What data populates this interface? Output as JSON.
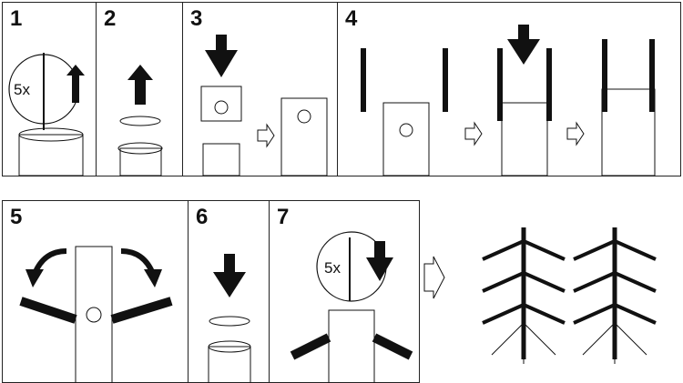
{
  "steps": [
    {
      "number": "1",
      "quantity": "5x"
    },
    {
      "number": "2"
    },
    {
      "number": "3"
    },
    {
      "number": "4"
    },
    {
      "number": "5"
    },
    {
      "number": "6"
    },
    {
      "number": "7",
      "quantity": "5x"
    }
  ],
  "colors": {
    "ink": "#111111",
    "border": "#222222",
    "background": "#ffffff"
  }
}
